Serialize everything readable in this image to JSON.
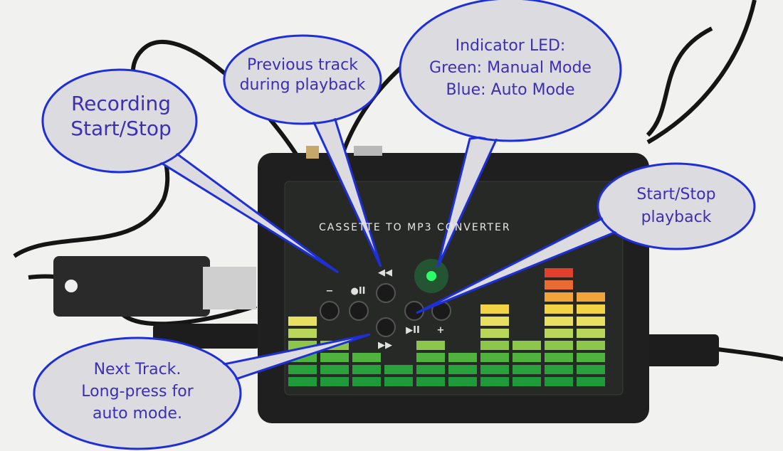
{
  "device": {
    "label": "CASSETTE TO MP3 CONVERTER",
    "button_symbols": {
      "minus": "−",
      "record": "●II",
      "previous": "◀◀",
      "next": "▶▶",
      "play_pause": "▶II",
      "plus": "+"
    },
    "led_color": "#2cff6a",
    "eq_levels": [
      6,
      4,
      3,
      2,
      4,
      3,
      7,
      4,
      10,
      8
    ]
  },
  "callouts": [
    {
      "lines": [
        "Recording",
        "Start/Stop"
      ]
    },
    {
      "lines": [
        "Previous track",
        "during playback"
      ]
    },
    {
      "lines": [
        "Indicator LED:",
        "Green: Manual Mode",
        "Blue: Auto Mode"
      ]
    },
    {
      "lines": [
        "Start/Stop",
        "playback"
      ]
    },
    {
      "lines": [
        "Next Track.",
        "Long-press for",
        "auto mode."
      ]
    }
  ],
  "colors": {
    "callout_fill": "#dcdce0",
    "callout_border": "#1f2fd8",
    "callout_text": "#3b2fb3"
  }
}
